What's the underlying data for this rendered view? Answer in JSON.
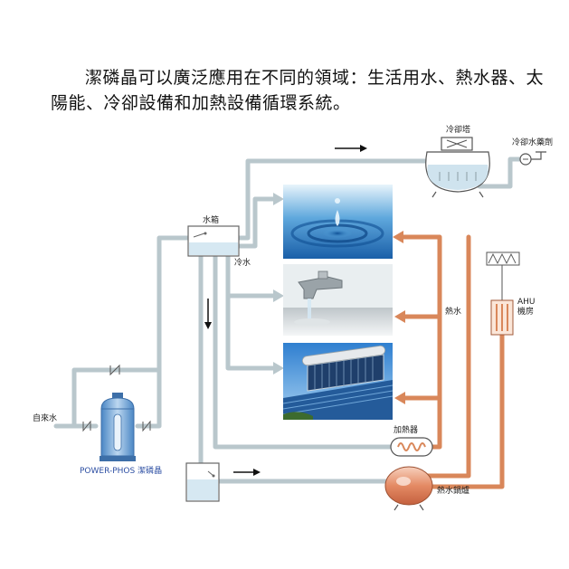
{
  "intro_text": "潔磷晶可以廣泛應用在不同的領域：生活用水、熱水器、太陽能、冷卻設備和加熱設備循環系統。",
  "labels": {
    "cooling_tower": "冷卻塔",
    "cooling_agent": "冷卻水藥劑",
    "water_tank": "水箱",
    "cold_water": "冷水",
    "hot_water": "熱水",
    "ahu_line1": "AHU",
    "ahu_line2": "機房",
    "tap_water": "自來水",
    "product": "POWER-PHOS 潔磷晶",
    "heater": "加熱器",
    "boiler": "熱水鍋爐"
  },
  "colors": {
    "cold_pipe": "#b9c7cc",
    "hot_pipe": "#d9875a",
    "product_blue": "#6fa3d8"
  },
  "images": [
    {
      "name": "water-drop-image"
    },
    {
      "name": "faucet-image"
    },
    {
      "name": "solar-heater-image"
    }
  ]
}
